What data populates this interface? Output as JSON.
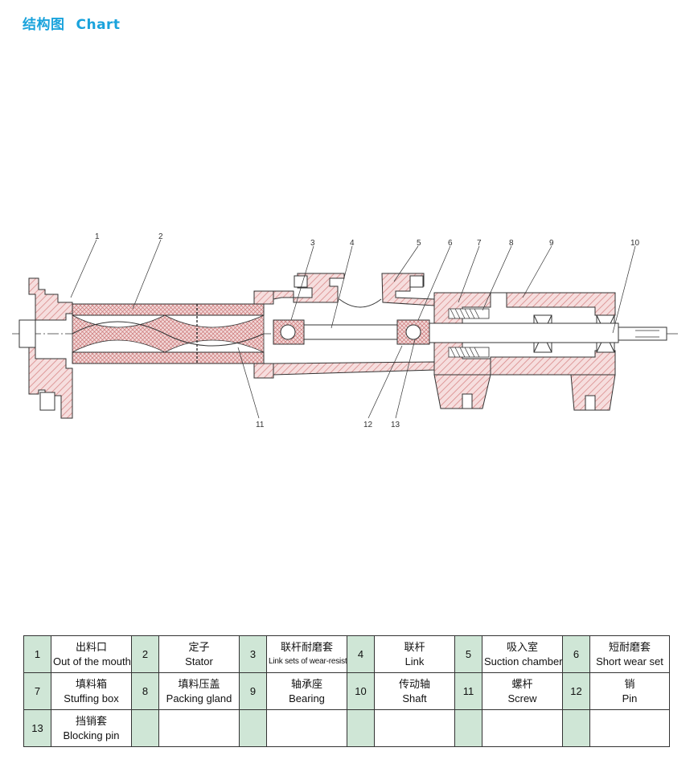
{
  "title": {
    "cn": "结构图",
    "en": "Chart"
  },
  "callouts": [
    "1",
    "2",
    "3",
    "4",
    "5",
    "6",
    "7",
    "8",
    "9",
    "10",
    "11",
    "12",
    "13"
  ],
  "parts": [
    {
      "num": "1",
      "cn": "出料口",
      "en": "Out of the mouth"
    },
    {
      "num": "2",
      "cn": "定子",
      "en": "Stator"
    },
    {
      "num": "3",
      "cn": "联杆耐磨套",
      "en": "Link sets of wear-resisting"
    },
    {
      "num": "4",
      "cn": "联杆",
      "en": "Link"
    },
    {
      "num": "5",
      "cn": "吸入室",
      "en": "Suction chamber"
    },
    {
      "num": "6",
      "cn": "短耐磨套",
      "en": "Short wear set"
    },
    {
      "num": "7",
      "cn": "填料箱",
      "en": "Stuffing box"
    },
    {
      "num": "8",
      "cn": "填料压盖",
      "en": "Packing gland"
    },
    {
      "num": "9",
      "cn": "轴承座",
      "en": "Bearing"
    },
    {
      "num": "10",
      "cn": "传动轴",
      "en": "Shaft"
    },
    {
      "num": "11",
      "cn": "螺杆",
      "en": "Screw"
    },
    {
      "num": "12",
      "cn": "销",
      "en": "Pin"
    },
    {
      "num": "13",
      "cn": "挡销套",
      "en": "Blocking pin"
    }
  ],
  "colors": {
    "title": "#1aa3dc",
    "number_cell": "#cfe6d6",
    "hatch": "#d98a8a",
    "line": "#333333"
  }
}
